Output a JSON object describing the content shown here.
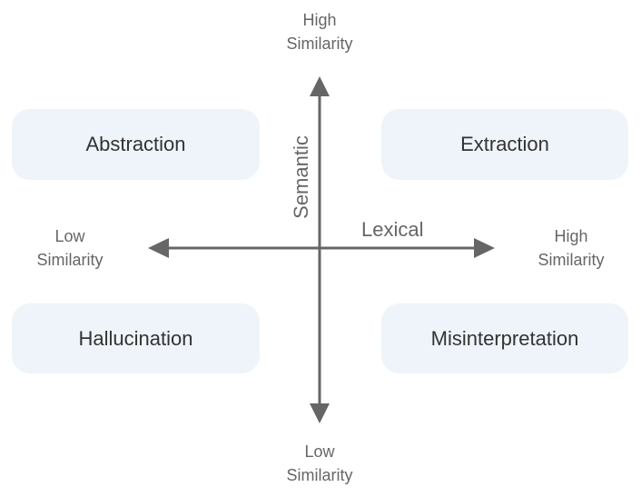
{
  "quadrants": {
    "top_left": "Abstraction",
    "top_right": "Extraction",
    "bottom_left": "Hallucination",
    "bottom_right": "Misinterpretation"
  },
  "axes": {
    "vertical_title": "Semantic",
    "horizontal_title": "Lexical",
    "top": [
      "High",
      "Similarity"
    ],
    "bottom": [
      "Low",
      "Similarity"
    ],
    "left": [
      "Low",
      "Similarity"
    ],
    "right": [
      "High",
      "Similarity"
    ]
  },
  "colors": {
    "axis": "#666666",
    "box": "#eef4f9",
    "text": "#333333"
  }
}
